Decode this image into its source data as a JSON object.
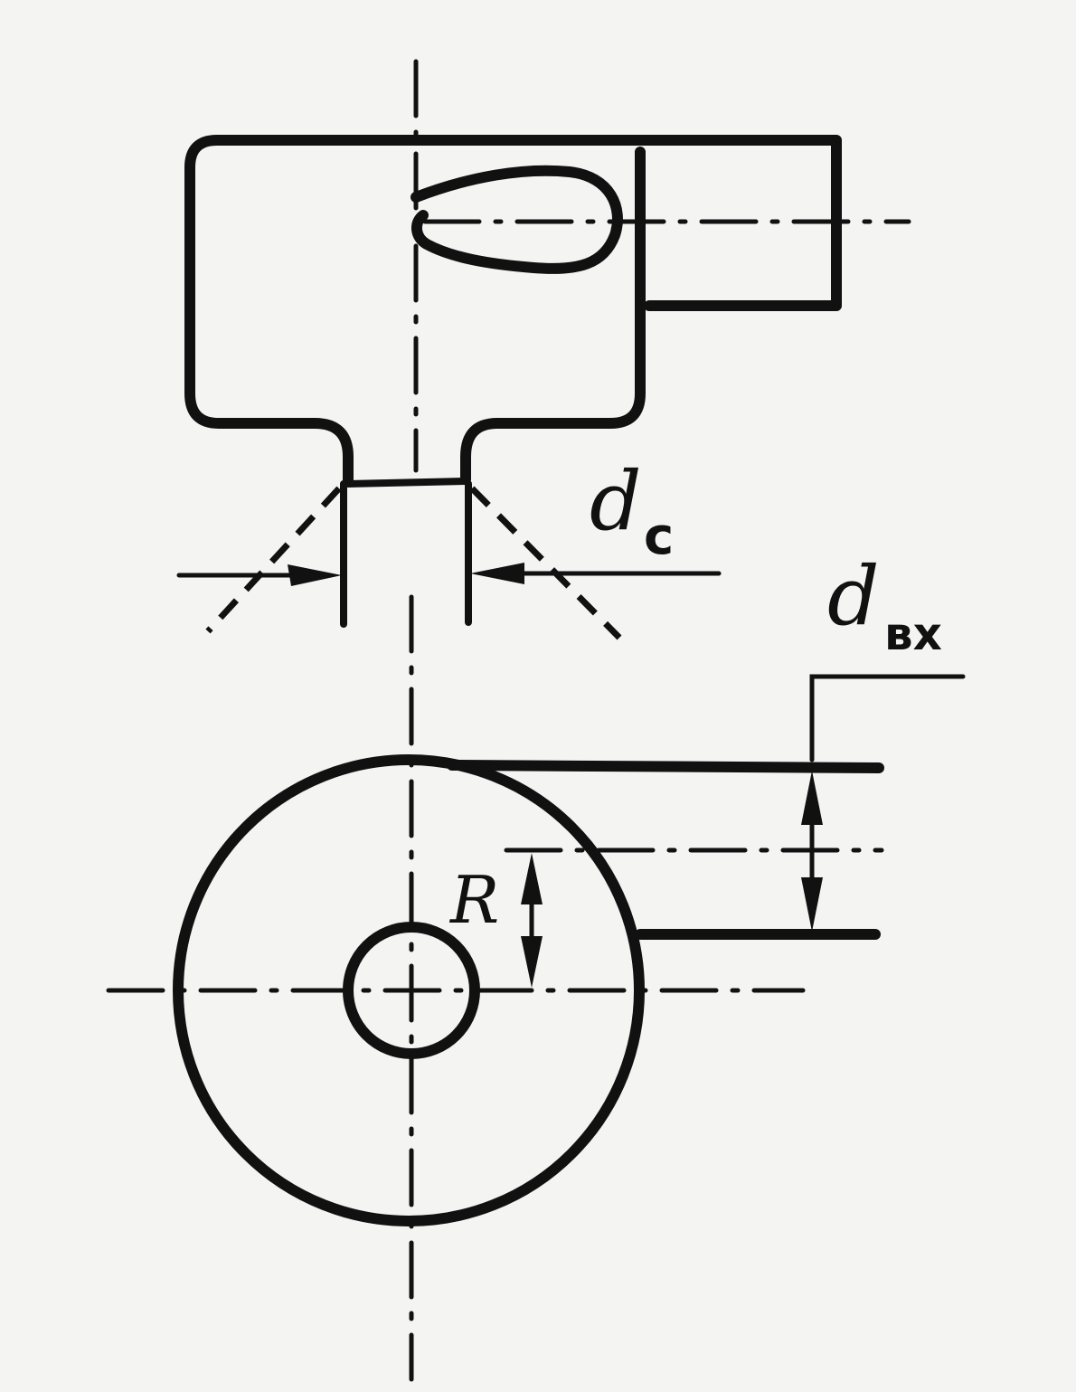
{
  "labels": {
    "dc_main": "d",
    "dc_sub": "c",
    "dbx_main": "d",
    "dbx_sub": "вх",
    "radius": "R"
  }
}
